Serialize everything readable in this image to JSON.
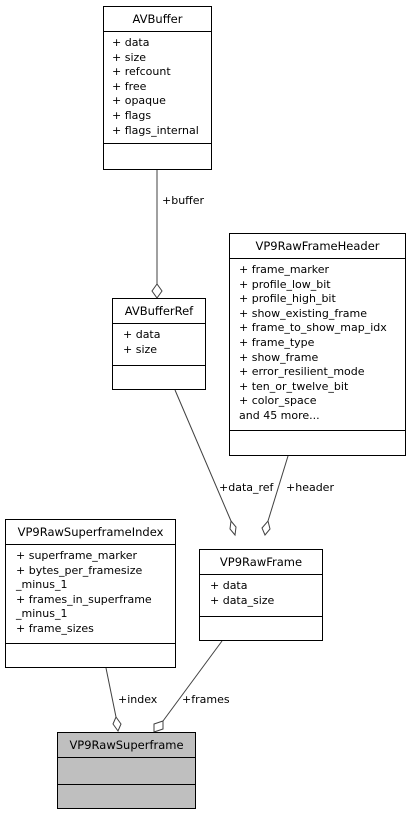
{
  "classes": {
    "avbuffer": {
      "name": "AVBuffer",
      "attributes": [
        "+ data",
        "+ size",
        "+ refcount",
        "+ free",
        "+ opaque",
        "+ flags",
        "+ flags_internal"
      ]
    },
    "avbufferref": {
      "name": "AVBufferRef",
      "attributes": [
        "+ data",
        "+ size"
      ]
    },
    "frameheader": {
      "name": "VP9RawFrameHeader",
      "attributes": [
        "+ frame_marker",
        "+ profile_low_bit",
        "+ profile_high_bit",
        "+ show_existing_frame",
        "+ frame_to_show_map_idx",
        "+ frame_type",
        "+ show_frame",
        "+ error_resilient_mode",
        "+ ten_or_twelve_bit",
        "+ color_space",
        "and 45 more..."
      ]
    },
    "superframeindex": {
      "name": "VP9RawSuperframeIndex",
      "attributes": [
        "+ superframe_marker",
        "+ bytes_per_framesize",
        "_minus_1",
        "+ frames_in_superframe",
        "_minus_1",
        "+ frame_sizes"
      ]
    },
    "rawframe": {
      "name": "VP9RawFrame",
      "attributes": [
        "+ data",
        "+ data_size"
      ]
    },
    "superframe": {
      "name": "VP9RawSuperframe",
      "attributes": []
    }
  },
  "edges": {
    "buffer": "+buffer",
    "data_ref": "+data_ref",
    "header": "+header",
    "index": "+index",
    "frames": "+frames"
  },
  "colors": {
    "line": "#404040",
    "highlight": "#bfbfbf",
    "border": "#000000"
  }
}
